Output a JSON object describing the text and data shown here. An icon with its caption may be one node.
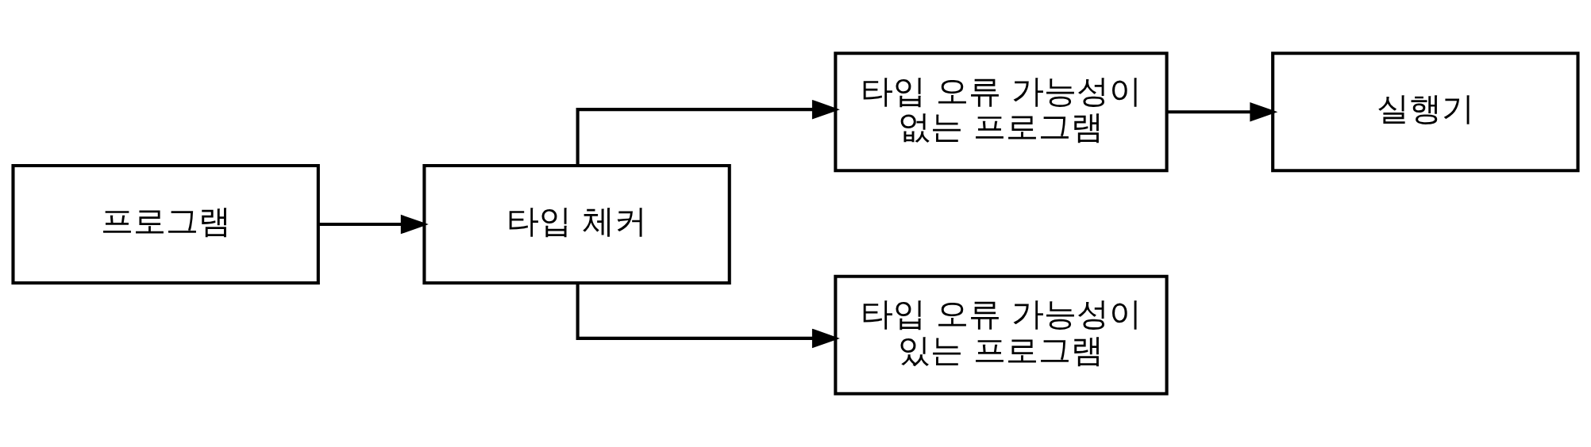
{
  "diagram": {
    "nodes": [
      {
        "text": [
          "프로그램"
        ]
      },
      {
        "text": [
          "타입 체커"
        ]
      },
      {
        "text": [
          "타입 오류 가능성이 없는 프로그램"
        ]
      },
      {
        "text": [
          "실행기"
        ]
      },
      {
        "text": [
          "타입 오류 가능성이 있는 프로그램"
        ]
      }
    ],
    "edges": [
      {
        "from": 0,
        "to": 1,
        "arrow": "to"
      },
      {
        "from": 1,
        "to": 2,
        "arrow": "to"
      },
      {
        "from": 1,
        "to": 4,
        "arrow": "to"
      },
      {
        "from": 2,
        "to": 3,
        "arrow": "to"
      }
    ]
  }
}
